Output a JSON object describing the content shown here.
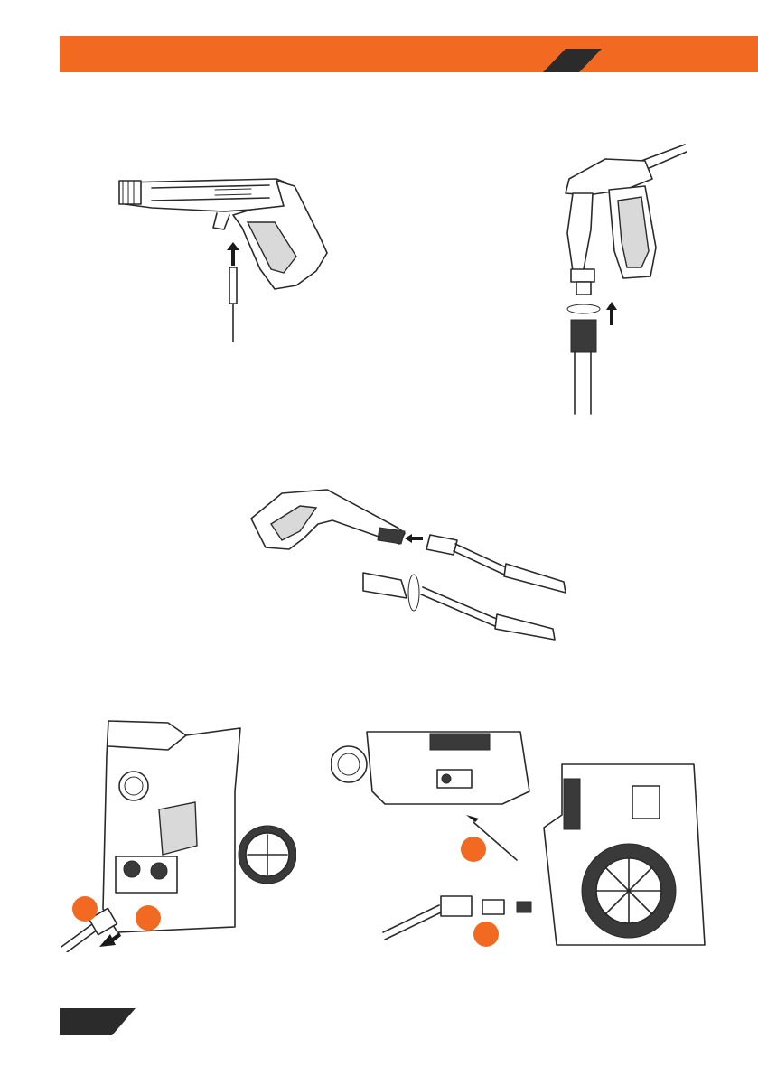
{
  "header": {
    "bar_color": "#F26A21",
    "tab_color": "#2B2B2B"
  },
  "footer": {
    "tab_color": "#2B2B2B"
  },
  "callout_color": "#F26A21",
  "illustrations": [
    {
      "name": "attach-hose-to-gun"
    },
    {
      "name": "tighten-hose-connector"
    },
    {
      "name": "attach-lance-to-gun"
    },
    {
      "name": "connect-water-inlet"
    },
    {
      "name": "connect-high-pressure-outlet"
    }
  ]
}
